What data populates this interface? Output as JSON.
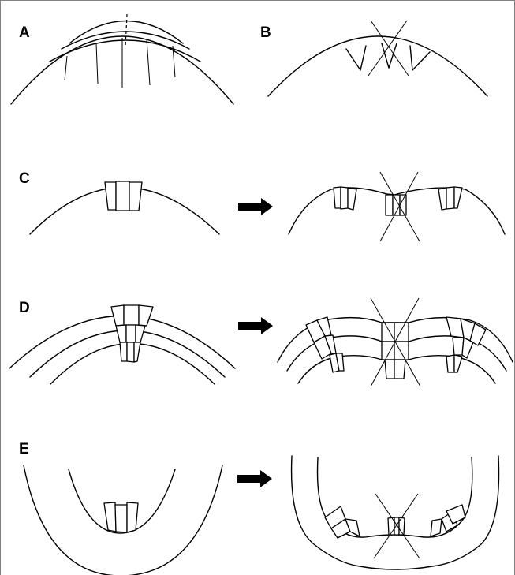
{
  "panels": {
    "a": {
      "label": "A"
    },
    "b": {
      "label": "B"
    },
    "c": {
      "label": "C"
    },
    "d": {
      "label": "D"
    },
    "e": {
      "label": "E"
    }
  },
  "colors": {
    "stroke": "#000000",
    "background": "#ffffff",
    "frame": "#808080"
  },
  "icons": {
    "transition": "right-arrow-icon",
    "excised": "cross-icon"
  }
}
